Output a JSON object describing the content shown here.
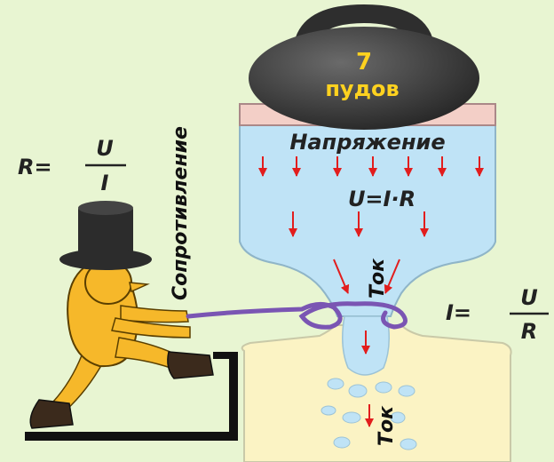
{
  "weight": {
    "number": "7",
    "unit": "пудов"
  },
  "labels": {
    "voltage": "Напряжение",
    "resistance": "Сопротивление",
    "current_top": "Ток",
    "current_bottom": "Ток"
  },
  "formulas": {
    "ohm_law": "U=I·R",
    "resistance": {
      "left": "R=",
      "numerator": "U",
      "denominator": "I"
    },
    "current": {
      "left": "I=",
      "numerator": "U",
      "denominator": "R"
    }
  },
  "colors": {
    "background": "#e8f5d2",
    "water": "#bfe3f6",
    "arrow": "#e21d1d",
    "rope": "#7a55b3",
    "weight": "#3a3a3a",
    "weight_text": "#ffd21f",
    "man": "#f6b82a",
    "bottom_vessel": "#fbf3c4"
  }
}
